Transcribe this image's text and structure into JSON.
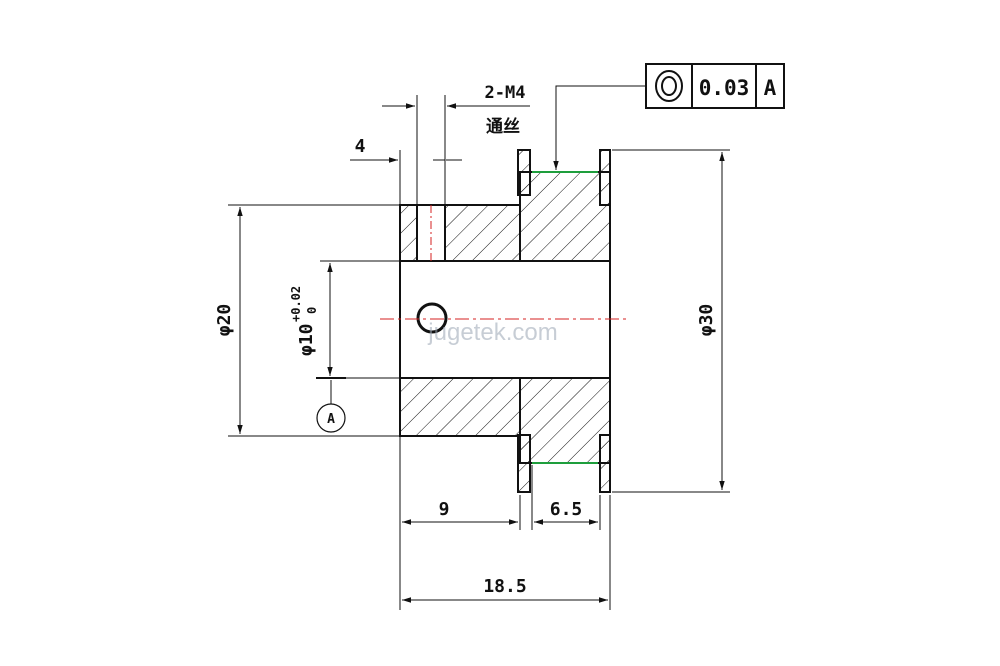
{
  "watermark": "jugetek.com",
  "tolerance_frame": {
    "symbol": "concentricity-symbol",
    "value": "0.03",
    "datum": "A"
  },
  "datum_marker": "A",
  "thread_note": {
    "spec": "2-M4",
    "note": "通丝"
  },
  "dimensions": {
    "set_screw_offset": "4",
    "hub_length": "9",
    "belt_width": "6.5",
    "total_length": "18.5",
    "hub_diameter": "φ20",
    "flange_diameter": "φ30",
    "bore_diameter": "φ10",
    "bore_tolerance_upper": "+0.02",
    "bore_tolerance_lower": "0"
  },
  "colors": {
    "line": "#111111",
    "centerline": "#d42020",
    "tooth_tip": "#1e9e3c"
  }
}
